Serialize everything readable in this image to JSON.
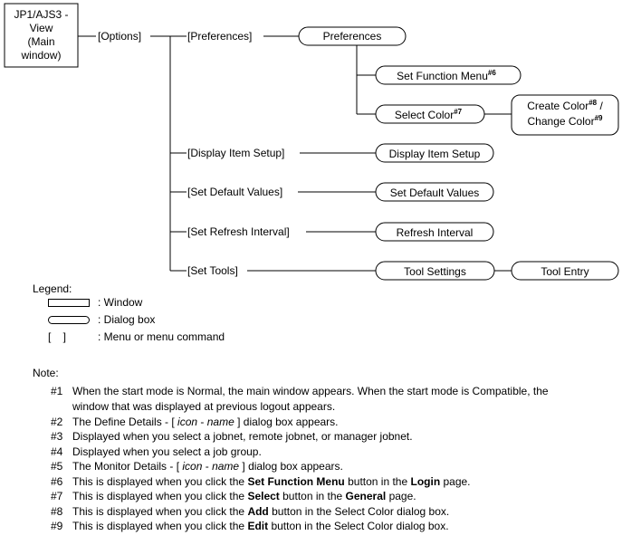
{
  "root": {
    "lines": [
      "JP1/AJS3 -",
      "View",
      "(Main",
      "window)"
    ]
  },
  "menu": {
    "options": "[Options]",
    "preferences": "[Preferences]",
    "display_item_setup": "[Display Item Setup]",
    "set_default_values": "[Set Default Values]",
    "set_refresh_interval": "[Set Refresh Interval]",
    "set_tools": "[Set Tools]"
  },
  "dialogs": {
    "preferences": "Preferences",
    "set_function_menu": "Set Function Menu",
    "set_function_menu_mark": "#6",
    "select_color": "Select Color",
    "select_color_mark": "#7",
    "create_color": "Create Color",
    "create_color_mark": "#8",
    "create_color_suffix": " /",
    "change_color": "Change Color",
    "change_color_mark": "#9",
    "display_item_setup": "Display Item Setup",
    "set_default_values": "Set Default Values",
    "refresh_interval": "Refresh Interval",
    "tool_settings": "Tool Settings",
    "tool_entry": "Tool Entry"
  },
  "legend": {
    "title": "Legend:",
    "window": ": Window",
    "dialog": ": Dialog box",
    "menu_symbol": "[    ]",
    "menu": ": Menu or menu command"
  },
  "notes": {
    "title": "Note:",
    "items": [
      {
        "num": "#1",
        "html": "When the start mode is Normal, the main window appears. When the start mode is Compatible, the window that was displayed at previous logout appears."
      },
      {
        "num": "#2",
        "html": "The Define Details - [ <i>icon</i> - <i>name</i> ] dialog box appears."
      },
      {
        "num": "#3",
        "html": "Displayed when you select a jobnet, remote jobnet, or manager jobnet."
      },
      {
        "num": "#4",
        "html": "Displayed when you select a job group."
      },
      {
        "num": "#5",
        "html": "The Monitor Details - [ <i>icon</i> - <i>name</i> ] dialog box appears."
      },
      {
        "num": "#6",
        "html": "This is displayed when you click the <b>Set Function Menu</b> button in the <b>Login</b> page."
      },
      {
        "num": "#7",
        "html": "This is displayed when you click the <b>Select</b> button in the <b>General</b> page."
      },
      {
        "num": "#8",
        "html": "This is displayed when you click the <b>Add</b> button in the Select Color dialog box."
      },
      {
        "num": "#9",
        "html": "This is displayed when you click the <b>Edit</b> button in the Select Color dialog box."
      }
    ]
  }
}
